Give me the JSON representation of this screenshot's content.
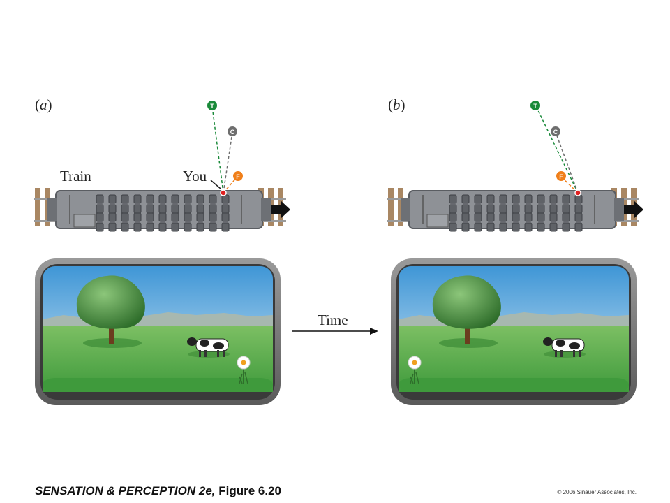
{
  "panels": [
    {
      "label_open": "(",
      "label_letter": "a",
      "label_close": ")",
      "train_label": "Train",
      "you_label": "You"
    },
    {
      "label_open": "(",
      "label_letter": "b",
      "label_close": ")"
    }
  ],
  "markers": {
    "tree": "T",
    "cow": "C",
    "flower": "F"
  },
  "time_label": "Time",
  "caption": {
    "title": "SENSATION & PERCEPTION 2e,",
    "figure": "Figure 6.20"
  },
  "copyright": "© 2006 Sinauer Associates, Inc.",
  "colors": {
    "tree_marker": "#1a8a3a",
    "cow_marker": "#6e6e6e",
    "flower_marker": "#f07f1a",
    "sky": "#5aa9de",
    "grass": "#5cac4a"
  }
}
